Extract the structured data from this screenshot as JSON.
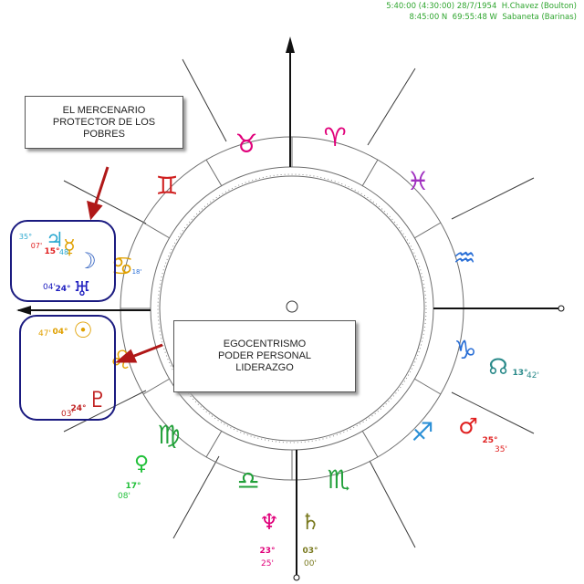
{
  "header": {
    "line1": "5:40:00 (4:30:00) 28/7/1954  H.Chavez (Boulton)",
    "line2": "8:45:00 N  69:55:48 W  Sabaneta (Barinas)"
  },
  "notes": {
    "top": [
      "EL MERCENARIO",
      "PROTECTOR DE LOS",
      "POBRES"
    ],
    "center": [
      "EGOCENTRISMO",
      "PODER PERSONAL",
      "LIDERAZGO"
    ]
  },
  "signs": [
    {
      "name": "taurus",
      "glyph": "♉",
      "color": "#e0007a"
    },
    {
      "name": "aries",
      "glyph": "♈",
      "color": "#e0007a"
    },
    {
      "name": "pisces",
      "glyph": "♓",
      "color": "#a030c0"
    },
    {
      "name": "aquarius",
      "glyph": "♒",
      "color": "#2a6fd6"
    },
    {
      "name": "capricorn",
      "glyph": "♑",
      "color": "#2a6fd6"
    },
    {
      "name": "sagittarius",
      "glyph": "♐",
      "color": "#2a8fd6"
    },
    {
      "name": "scorpio",
      "glyph": "♏",
      "color": "#22a03a"
    },
    {
      "name": "libra",
      "glyph": "♎",
      "color": "#22a03a"
    },
    {
      "name": "virgo",
      "glyph": "♍",
      "color": "#22a03a"
    },
    {
      "name": "leo",
      "glyph": "♌",
      "color": "#e0a000"
    },
    {
      "name": "cancer",
      "glyph": "♋",
      "color": "#e0a000"
    },
    {
      "name": "gemini",
      "glyph": "♊",
      "color": "#d02020"
    }
  ],
  "planets": {
    "north_node": {
      "glyph": "☊",
      "color": "#2a8a8a",
      "deg": "13°",
      "min": "42'"
    },
    "mars": {
      "glyph": "♂",
      "color": "#e02020",
      "deg": "25°",
      "min": "35'"
    },
    "saturn": {
      "glyph": "♄",
      "color": "#7a7a20",
      "deg": "03°",
      "min": "00'"
    },
    "neptune": {
      "glyph": "♆",
      "color": "#e0007a",
      "deg": "23°",
      "min": "25'"
    },
    "venus": {
      "glyph": "♀",
      "color": "#22c03a",
      "deg": "17°",
      "min": "08'"
    },
    "pluto": {
      "glyph": "♇",
      "color": "#c02020",
      "deg": "24°",
      "min": "03'"
    },
    "sun": {
      "glyph": "☉",
      "color": "#e0a000",
      "deg": "04°",
      "min": "47'"
    },
    "uranus": {
      "glyph": "♅",
      "color": "#2020c0",
      "deg": "24°",
      "min": "04'"
    },
    "moon": {
      "glyph": "☽",
      "color": "#3060c0"
    },
    "mercury": {
      "glyph": "☿",
      "color": "#e0a000",
      "deg": "15°"
    },
    "jupiter": {
      "glyph": "♃",
      "color": "#2aa8d0",
      "deg": "35°",
      "min": "07'"
    },
    "saturn_group_min": "48",
    "cancer_mini": "18'"
  },
  "colors": {
    "frame_box": "#1a1a80",
    "arrow": "#b01818",
    "circle": "#7a7a7a"
  }
}
